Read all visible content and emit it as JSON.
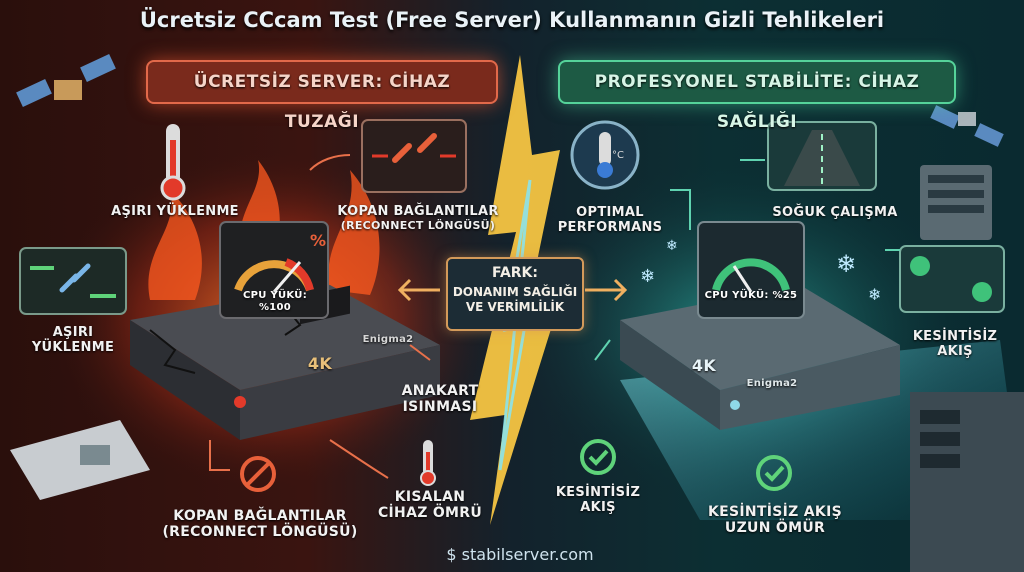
{
  "title": "Ücretsiz CCcam Test (Free Server) Kullanmanın Gizli Tehlikeleri",
  "left": {
    "banner": "ÜCRETSİZ SERVER: CİHAZ TUZAĞI",
    "labels": {
      "overload_top": "AŞIRI YÜKLENME",
      "overload_left_1": "AŞIRI",
      "overload_left_2": "YÜKLENME",
      "broken_top_1": "KOPAN BAĞLANTILAR",
      "broken_top_2": "(RECONNECT LÖNGÜSÜ)",
      "motherboard_1": "ANAKART",
      "motherboard_2": "ISINMASI",
      "broken_bottom_1": "KOPAN BAĞLANTILAR",
      "broken_bottom_2": "(RECONNECT LÖNGÜSÜ)",
      "lifespan_1": "KISALAN",
      "lifespan_2": "CİHAZ ÖMRÜ"
    },
    "device": {
      "cpu": "CPU YÜKÜ: %100",
      "gauge_symbol": "%",
      "res": "4K",
      "brand": "Enigma2"
    }
  },
  "center": {
    "heading": "FARK:",
    "line1": "DONANIM SAĞLIĞI",
    "line2": "VE VERİMLİLİK"
  },
  "right": {
    "banner": "PROFESYONEL STABİLİTE: CİHAZ SAĞLIĞI",
    "labels": {
      "optimal_1": "OPTIMAL",
      "optimal_2": "PERFORMANS",
      "cool": "SOĞUK ÇALIŞMA",
      "seamless_right_1": "KESİNTİSİZ",
      "seamless_right_2": "AKIŞ",
      "seamless_bottom_1": "KESİNTİSİZ",
      "seamless_bottom_2": "AKIŞ",
      "longlife_1": "KESİNTİSİZ AKIŞ",
      "longlife_2": "UZUN ÖMÜR"
    },
    "device": {
      "cpu": "CPU YÜKÜ: %25",
      "res": "4K",
      "brand": "Enigma2",
      "thermo_unit": "°C"
    }
  },
  "watermark": "stabilserver.com",
  "colors": {
    "hot": "#e2694a",
    "cool": "#55d39a",
    "lightning": "#f5c542"
  }
}
